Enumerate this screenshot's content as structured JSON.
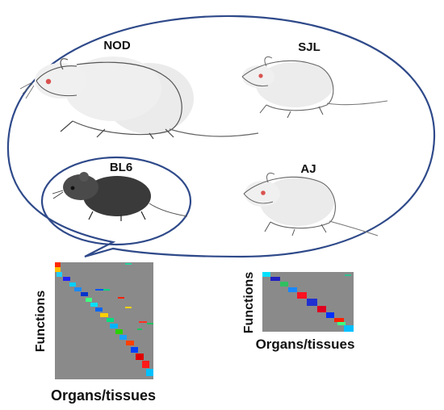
{
  "strains": {
    "nod": "NOD",
    "sjl": "SJL",
    "bl6": "BL6",
    "aj": "AJ"
  },
  "icons": {
    "white_mouse": "white-mouse-sketch-icon",
    "black_mouse": "black-mouse-sketch-icon"
  },
  "colors": {
    "outline": "#2f4a8a",
    "heatmap_bg": "#8a8a8a",
    "white_fur": "#e8e8e8",
    "black_fur": "#3a3a3a",
    "eye": "#d9534f"
  },
  "large_heatmap": {
    "ylabel": "Functions",
    "xlabel": "Organs/tissues"
  },
  "small_heatmap": {
    "ylabel": "Functions",
    "xlabel": "Organs/tissues"
  }
}
